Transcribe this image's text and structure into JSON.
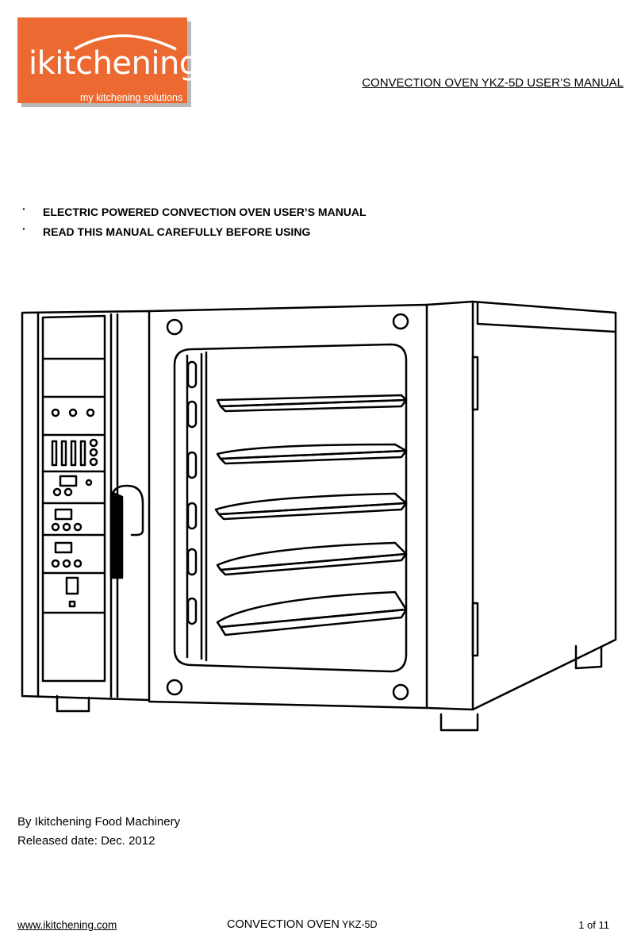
{
  "logo": {
    "name": "ikitchening",
    "tagline": "my kitchening solutions",
    "color": "#ec6a31"
  },
  "header": {
    "title": "CONVECTION OVEN YKZ-5D USER’S MANUAL"
  },
  "bullets": [
    {
      "marker": "·",
      "text": "ELECTRIC POWERED CONVECTION OVEN USER’S MANUAL"
    },
    {
      "marker": "·",
      "text": "READ THIS MANUAL CAREFULLY BEFORE USING"
    }
  ],
  "illustration": {
    "icon": "convection-oven-illustration",
    "trays": 5
  },
  "credits": {
    "by": "By Ikitchening Food Machinery",
    "released": "Released date: Dec. 2012"
  },
  "footer": {
    "website": "www.ikitchening.com",
    "product": "CONVECTION OVEN",
    "model": " YKZ-5D",
    "page": "1 of 11"
  }
}
